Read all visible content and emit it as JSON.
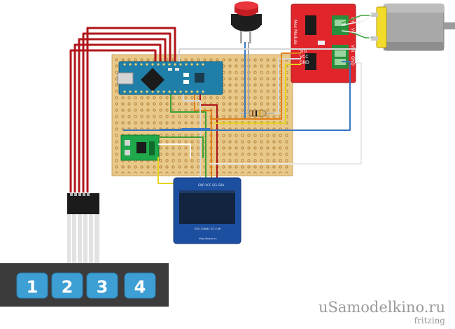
{
  "mosfet_module": {
    "title": "Mos Module",
    "pins_left": [
      "SIG",
      "VCC",
      "GND"
    ],
    "pins_right": [
      "V+",
      "V-",
      "VIN",
      "GND"
    ]
  },
  "oled": {
    "header_pins": "GND VCC SCL SDA",
    "chip_label": "SSD 128x64 I2C 0.96",
    "footer": "http://bryan.cc"
  },
  "keypad": {
    "keys": [
      "1",
      "2",
      "3",
      "4"
    ]
  },
  "watermark": {
    "site": "uSamodelkino.ru",
    "tool": "fritzing"
  },
  "colors": {
    "perfboard": "#e9c98a",
    "nano_blue": "#1f7fa8",
    "mosfet_red": "#e0262b",
    "oled_blue": "#1d4fa0",
    "keypad_dark": "#3b3b3b",
    "key_blue": "#3d9fd4",
    "wire_red": "#b0161b",
    "wire_blue": "#3776c0",
    "wire_green": "#3aa33a",
    "wire_yellow": "#e7d21a"
  }
}
